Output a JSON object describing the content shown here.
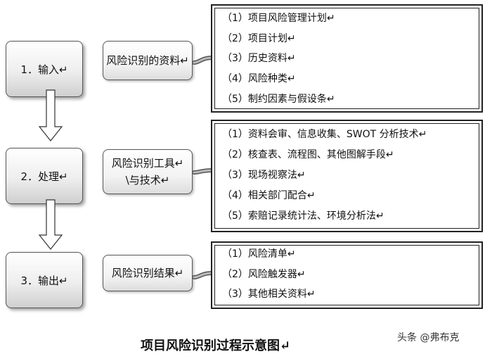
{
  "stages": [
    {
      "label": "1．输入↵"
    },
    {
      "label": "2．处理↵"
    },
    {
      "label": "3．输出↵"
    }
  ],
  "middle": [
    {
      "lines": [
        "风险识别的资料↵"
      ]
    },
    {
      "lines": [
        "风险识别工具↵",
        "\\与技术↵"
      ]
    },
    {
      "lines": [
        "风险识别结果↵"
      ]
    }
  ],
  "lists": [
    {
      "items": [
        "（1）项目风险管理计划↵",
        "（2）项目计划↵",
        "（3）历史资料↵",
        "（4）风险种类↵",
        "（5）制约因素与假设条↵"
      ]
    },
    {
      "items": [
        "（1）资料会审、信息收集、SWOT 分析技术↵",
        "（2）核查表、流程图、其他图解手段↵",
        "（3）现场视察法↵",
        "（4）相关部门配合↵",
        "（5）索赔记录统计法、环境分析法↵"
      ]
    },
    {
      "items": [
        "（1）风险清单↵",
        "（2）风险触发器↵",
        "（3）其他相关资料↵"
      ]
    }
  ],
  "title": "项目风险识别过程示意图↵",
  "watermark": "头条 @弗布克"
}
